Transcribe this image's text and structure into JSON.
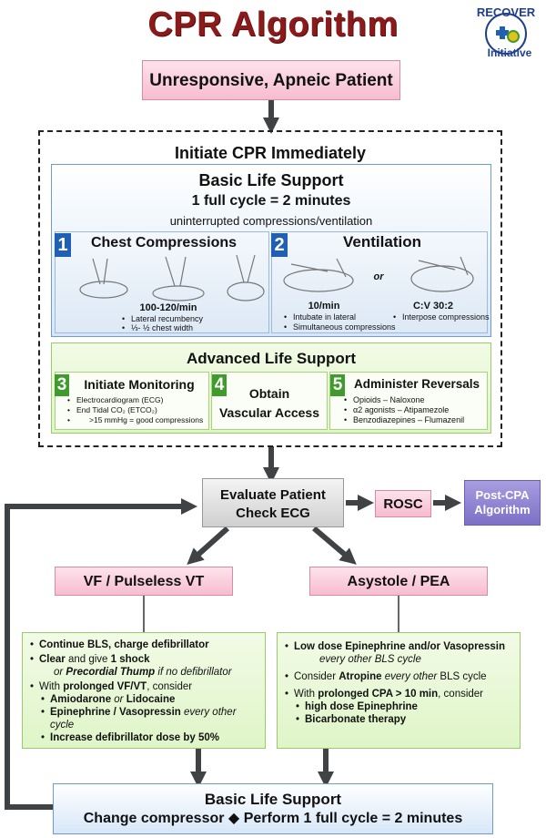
{
  "title": "CPR Algorithm",
  "logo": {
    "line1": "RECOVER",
    "line2": "Initiative"
  },
  "start_box": "Unresponsive, Apneic Patient",
  "initiate": "Initiate CPR Immediately",
  "bls": {
    "title": "Basic Life Support",
    "cycle": "1 full cycle = 2 minutes",
    "sub": "uninterrupted compressions/ventilation",
    "compressions": {
      "num": "1",
      "title": "Chest Compressions",
      "rate": "100-120/min",
      "items": [
        "Lateral recumbency",
        "⅓- ½ chest width"
      ]
    },
    "ventilation": {
      "num": "2",
      "title": "Ventilation",
      "rate1": "10/min",
      "or": "or",
      "rate2": "C:V 30:2",
      "items_left": [
        "Intubate in lateral",
        "Simultaneous compressions"
      ],
      "items_right": [
        "Interpose compressions"
      ]
    }
  },
  "als": {
    "title": "Advanced Life Support",
    "monitoring": {
      "num": "3",
      "title": "Initiate Monitoring",
      "items": [
        "Electrocardiogram (ECG)",
        "End Tidal CO₂ (ETCO₂)"
      ],
      "subitem": ">15 mmHg = good compressions"
    },
    "access": {
      "num": "4",
      "line1": "Obtain",
      "line2": "Vascular Access"
    },
    "reversals": {
      "num": "5",
      "title": "Administer Reversals",
      "items": [
        "Opioids – Naloxone",
        "α2 agonists – Atipamezole",
        "Benzodiazepines – Flumazenil"
      ]
    }
  },
  "evaluate": {
    "line1": "Evaluate Patient",
    "line2": "Check ECG"
  },
  "rosc": "ROSC",
  "post_cpa": {
    "line1": "Post-CPA",
    "line2": "Algorithm"
  },
  "vf": "VF / Pulseless VT",
  "asystole": "Asystole / PEA",
  "vf_steps": {
    "s1_b": "Continue BLS, charge defibrillator",
    "s2_b1": "Clear",
    "s2_t1": " and give ",
    "s2_b2": "1 shock",
    "s2_i1": "or ",
    "s2_b3": "Precordial Thump",
    "s2_i2": " if no defibrillator",
    "s3_t1": "With ",
    "s3_b1": "prolonged VF/VT",
    "s3_t2": ", consider",
    "s3a_b1": "Amiodarone",
    "s3a_i": " or ",
    "s3a_b2": "Lidocaine",
    "s3b_b": "Epinephrine / Vasopressin",
    "s3b_i": " every other cycle",
    "s3c_b": "Increase defibrillator dose by 50%"
  },
  "asys_steps": {
    "s1_b": "Low dose Epinephrine and/or Vasopressin",
    "s1_i": "every other BLS cycle",
    "s2_t1": "Consider ",
    "s2_b": "Atropine",
    "s2_i": " every other",
    "s2_t2": " BLS cycle",
    "s3_t1": "With ",
    "s3_b": "prolonged CPA > 10 min",
    "s3_t2": ", consider",
    "s3a_b": "high dose Epinephrine",
    "s3b_b": "Bicarbonate therapy"
  },
  "bottom": {
    "title": "Basic Life Support",
    "line_a": "Change compressor",
    "sep": "◆",
    "line_b": "Perform 1 full cycle = 2 minutes"
  },
  "colors": {
    "title": "#8b1a1a",
    "arrow": "#3f4346",
    "blue_num": "#1f5fb4",
    "green_num": "#3e9b2c",
    "post_cpa": "#8c7fd0"
  }
}
